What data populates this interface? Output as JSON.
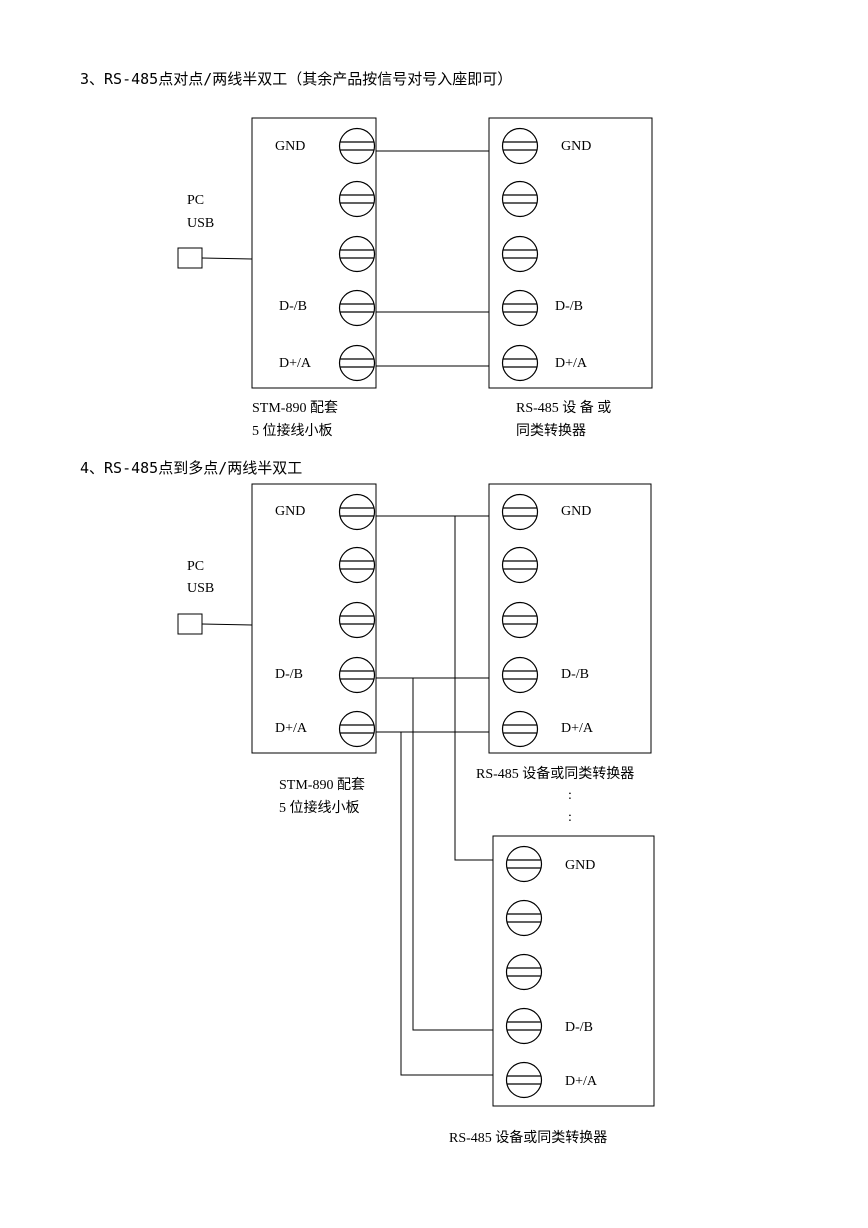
{
  "section3": {
    "heading": "3、RS-485点对点/两线半双工（其余产品按信号对号入座即可）",
    "pc_label": "PC",
    "usb_label": "USB",
    "left_board": {
      "gnd": "GND",
      "db": "D-/B",
      "da": "D+/A",
      "caption_line1": "STM-890 配套",
      "caption_line2": "5 位接线小板"
    },
    "right_device": {
      "gnd": "GND",
      "db": "D-/B",
      "da": "D+/A",
      "caption_line1": "RS-485  设 备 或",
      "caption_line2": "同类转换器"
    }
  },
  "section4": {
    "heading": "4、RS-485点到多点/两线半双工",
    "pc_label": "PC",
    "usb_label": "USB",
    "left_board": {
      "gnd": "GND",
      "db": "D-/B",
      "da": "D+/A",
      "caption_line1": "STM-890 配套",
      "caption_line2": "5 位接线小板"
    },
    "device1": {
      "gnd": "GND",
      "db": "D-/B",
      "da": "D+/A",
      "caption": "RS-485 设备或同类转换器",
      "dots1": ":",
      "dots2": ":"
    },
    "device2": {
      "gnd": "GND",
      "db": "D-/B",
      "da": "D+/A",
      "caption": "RS-485 设备或同类转换器"
    }
  }
}
